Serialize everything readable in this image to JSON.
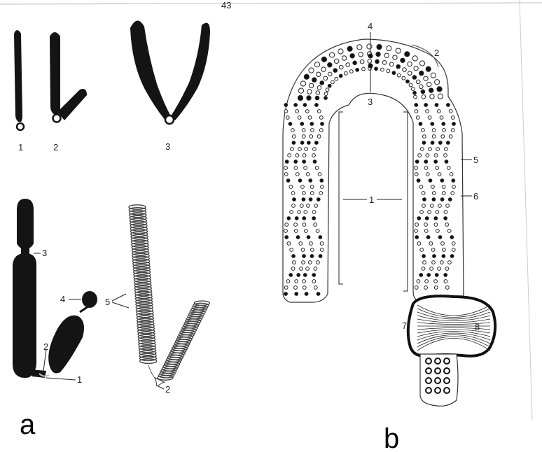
{
  "header": {
    "page_number": "43"
  },
  "panel_a": {
    "caption": "a",
    "figure_labels": [
      "1",
      "2",
      "3"
    ],
    "callouts": {
      "satellite_chromosome": {
        "l3": "3",
        "l4": "4",
        "l2": "2",
        "l1": "1"
      },
      "extended": {
        "l5": "5",
        "l2": "2"
      }
    }
  },
  "panel_b": {
    "caption": "b",
    "callouts": [
      "4",
      "2",
      "3",
      "1",
      "5",
      "6",
      "7",
      "8"
    ]
  }
}
